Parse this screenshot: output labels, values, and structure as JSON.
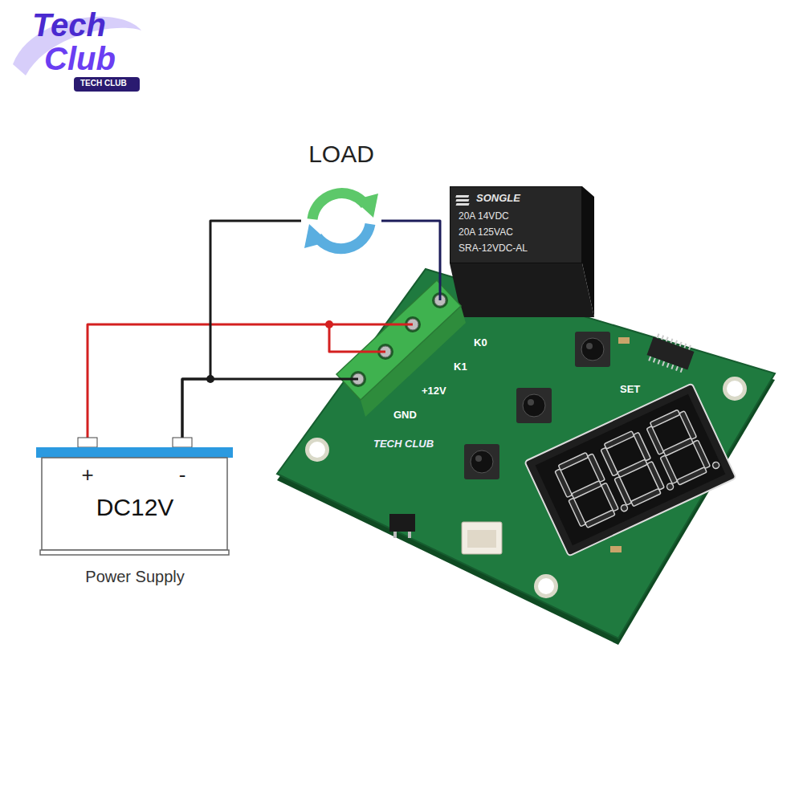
{
  "diagram": {
    "nodes": [
      {
        "text": [
          "LOAD"
        ]
      },
      {
        "text": [
          "SONGLE",
          "20A 14VDC",
          "20A 125VAC",
          "SRA-12VDC-AL"
        ]
      },
      {
        "text": [
          "K0",
          "K1",
          "+12V",
          "GND",
          "SET"
        ]
      },
      {
        "text": [
          "+",
          "-",
          "DC12V",
          "Power Supply"
        ]
      }
    ],
    "edges": [
      {
        "from": 3,
        "to": 2,
        "arrow": "none"
      },
      {
        "from": 3,
        "to": 2,
        "arrow": "none"
      },
      {
        "from": 3,
        "to": 0,
        "arrow": "none"
      },
      {
        "from": 0,
        "to": 2,
        "arrow": "none"
      }
    ],
    "labels": [
      "Tech",
      "Club",
      "TECH CLUB",
      "TECH CLUB"
    ]
  }
}
